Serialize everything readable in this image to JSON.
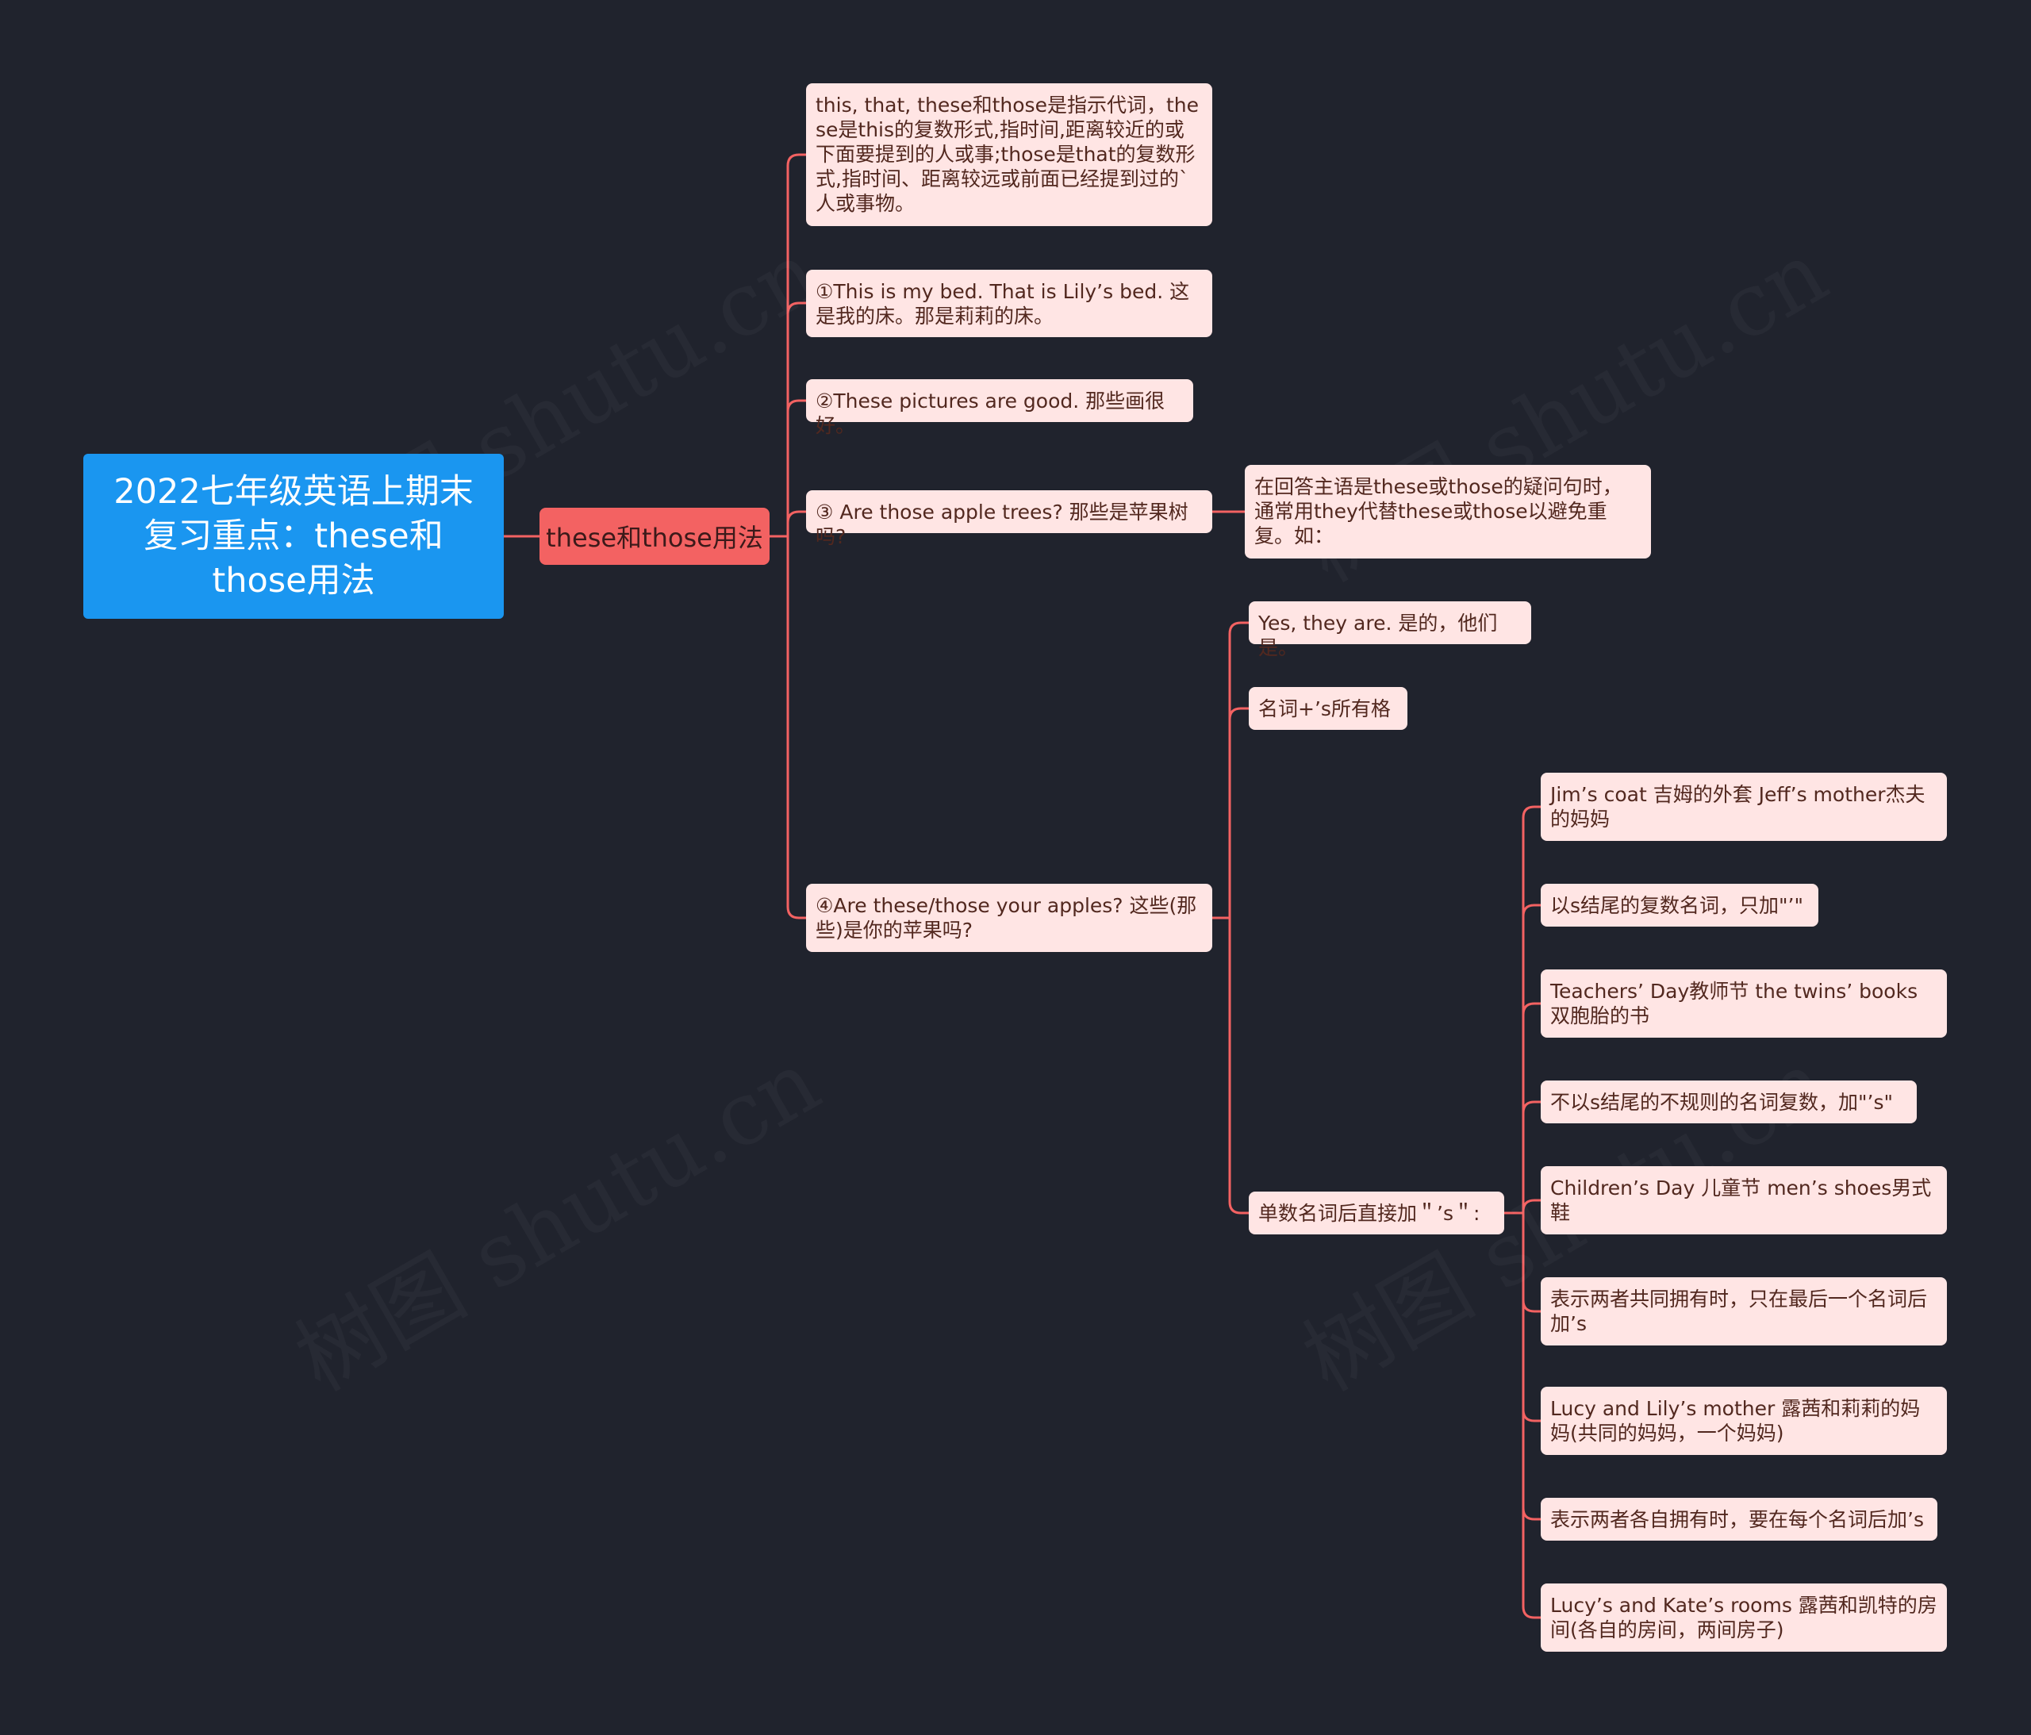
{
  "mindmap": {
    "root": "2022七年级英语上期末复习重点：these和those用法",
    "branch": "these和those用法",
    "definition": "this, that, these和those是指示代词，these是this的复数形式,指时间,距离较近的或下面要提到的人或事;those是that的复数形式,指时间、距离较远或前面已经提到过的`人或事物。",
    "example1": "①This is my bed. That is Lily’s bed. 这是我的床。那是莉莉的床。",
    "example2": "②These pictures are good. 那些画很好。",
    "example3": "③ Are those apple trees? 那些是苹果树吗?",
    "example3_note": "在回答主语是these或those的疑问句时，通常用they代替these或those以避免重复。如：",
    "example4": "④Are these/those your apples? 这些(那些)是你的苹果吗?",
    "answer": "Yes, they are. 是的，他们是。",
    "possessive": "名词+’s所有格",
    "singular_rule": "单数名词后直接加＂’s＂:",
    "rules": [
      "Jim’s coat 吉姆的外套 Jeff’s mother杰夫的妈妈",
      "以s结尾的复数名词，只加\"’\"",
      "Teachers’ Day教师节 the twins’ books 双胞胎的书",
      "不以s结尾的不规则的名词复数，加\"’s\"",
      "Children’s Day 儿童节 men’s shoes男式鞋",
      "表示两者共同拥有时，只在最后一个名词后加’s",
      "Lucy and Lily’s mother 露茜和莉莉的妈妈(共同的妈妈，一个妈妈)",
      "表示两者各自拥有时，要在每个名词后加’s",
      "Lucy’s and Kate’s rooms 露茜和凯特的房间(各自的房间，两间房子)"
    ]
  },
  "watermark": "树图 shutu.cn",
  "colors": {
    "background": "#20232d",
    "root": "#1a96f0",
    "branch": "#f36262",
    "leaf": "#ffe5e4",
    "connector": "#f36262"
  }
}
